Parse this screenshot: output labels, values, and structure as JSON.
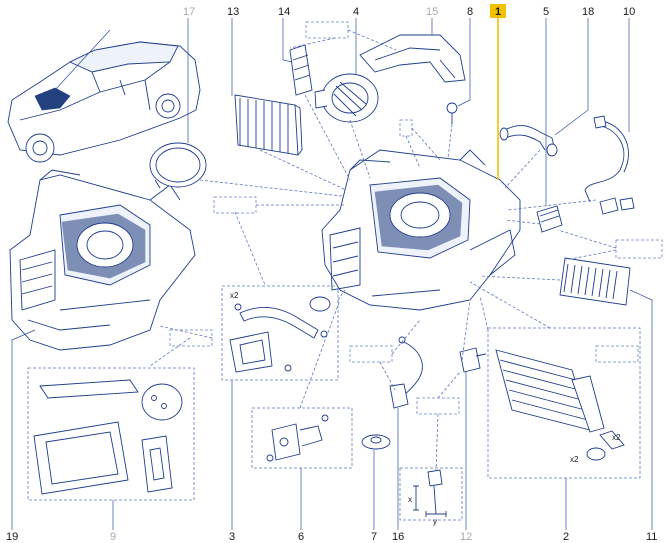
{
  "callouts_top": [
    {
      "id": "17",
      "label": "17",
      "muted": true
    },
    {
      "id": "13",
      "label": "13",
      "muted": false
    },
    {
      "id": "14",
      "label": "14",
      "muted": false
    },
    {
      "id": "4",
      "label": "4",
      "muted": false
    },
    {
      "id": "15",
      "label": "15",
      "muted": true
    },
    {
      "id": "8",
      "label": "8",
      "muted": false
    },
    {
      "id": "1",
      "label": "1",
      "muted": false,
      "highlighted": true
    },
    {
      "id": "5",
      "label": "5",
      "muted": false
    },
    {
      "id": "18",
      "label": "18",
      "muted": false
    },
    {
      "id": "10",
      "label": "10",
      "muted": false
    }
  ],
  "callouts_bottom": [
    {
      "id": "19",
      "label": "19",
      "muted": false
    },
    {
      "id": "9",
      "label": "9",
      "muted": true
    },
    {
      "id": "3",
      "label": "3",
      "muted": false
    },
    {
      "id": "6",
      "label": "6",
      "muted": false
    },
    {
      "id": "7",
      "label": "7",
      "muted": false
    },
    {
      "id": "16",
      "label": "16",
      "muted": false
    },
    {
      "id": "12",
      "label": "12",
      "muted": true
    },
    {
      "id": "2",
      "label": "2",
      "muted": false
    },
    {
      "id": "11",
      "label": "11",
      "muted": false
    }
  ],
  "quantity_labels": {
    "hose_group": "x2",
    "evaporator_screws": "x2",
    "evaporator_seals": "x2"
  },
  "dimension_labels": {
    "x": "x",
    "y": "y"
  },
  "colors": {
    "line": "#1f3d8f",
    "highlight": "#f2c100",
    "muted_label": "#a6abb0"
  }
}
